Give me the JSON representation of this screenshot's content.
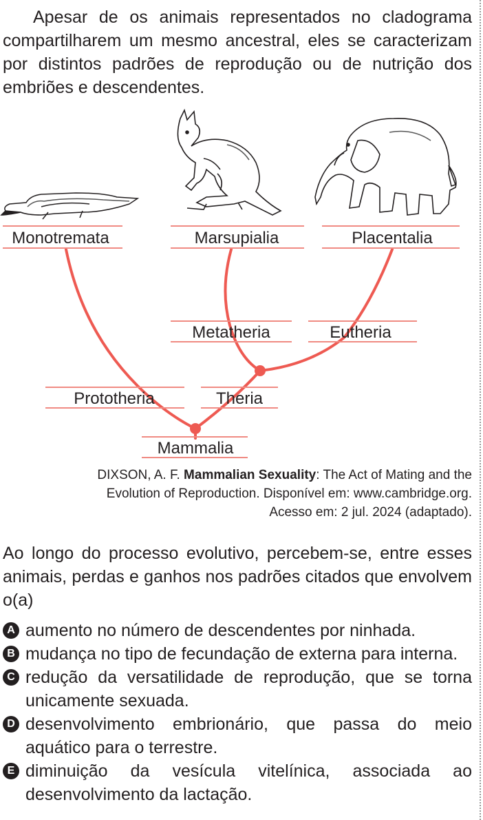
{
  "intro": "Apesar de os animais representados no cladograma compartilharem um mesmo ancestral, eles se caracterizam por distintos padrões de reprodução ou de nutrição dos embriões e descendentes.",
  "cladogram": {
    "tips": [
      "Monotremata",
      "Marsupialia",
      "Placentalia"
    ],
    "internal": {
      "metatheria": "Metatheria",
      "eutheria": "Eutheria",
      "prototheria": "Prototheria",
      "theria": "Theria",
      "mammalia": "Mammalia"
    },
    "illustrations": [
      "platypus-illustration",
      "kangaroo-illustration",
      "elephant-illustration"
    ],
    "colors": {
      "branch": "#ee5a52",
      "rule": "#f08a82",
      "node": "#ee5a52"
    }
  },
  "source": {
    "author": "DIXSON, A. F.",
    "title": "Mammalian Sexuality",
    "rest_line1": ": The Act of Mating and the",
    "line2": "Evolution of Reproduction. Disponível em: www.cambridge.org.",
    "line3": "Acesso em: 2 jul. 2024 (adaptado)."
  },
  "stem": "Ao longo do processo evolutivo, percebem-se, entre esses animais, perdas e ganhos nos padrões citados que envolvem o(a)",
  "options": [
    {
      "letter": "A",
      "text": "aumento no número de descendentes por ninhada."
    },
    {
      "letter": "B",
      "text": "mudança no tipo de fecundação de externa para interna."
    },
    {
      "letter": "C",
      "text": "redução da versatilidade de reprodução, que se torna unicamente sexuada."
    },
    {
      "letter": "D",
      "text": "desenvolvimento embrionário, que passa do meio aquático para o terrestre."
    },
    {
      "letter": "E",
      "text": "diminuição da vesícula vitelínica, associada ao desenvolvimento da lactação."
    }
  ]
}
